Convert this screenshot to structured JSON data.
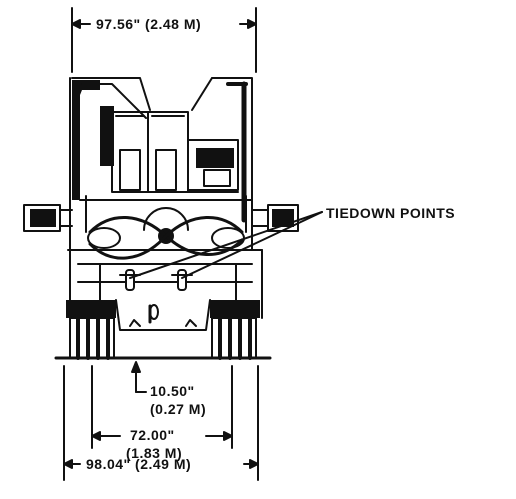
{
  "dimensions": {
    "top_width": "97.56\" (2.48 M)",
    "ground_clearance": {
      "line1": "10.50\"",
      "line2": "(0.27 M)"
    },
    "track_center": {
      "line1": "72.00\"",
      "line2": "(1.83 M)"
    },
    "overall_width": "98.04\" (2.49 M)"
  },
  "callout": {
    "label": "TIEDOWN POINTS"
  },
  "colors": {
    "ink": "#111111",
    "paper": "#ffffff"
  }
}
